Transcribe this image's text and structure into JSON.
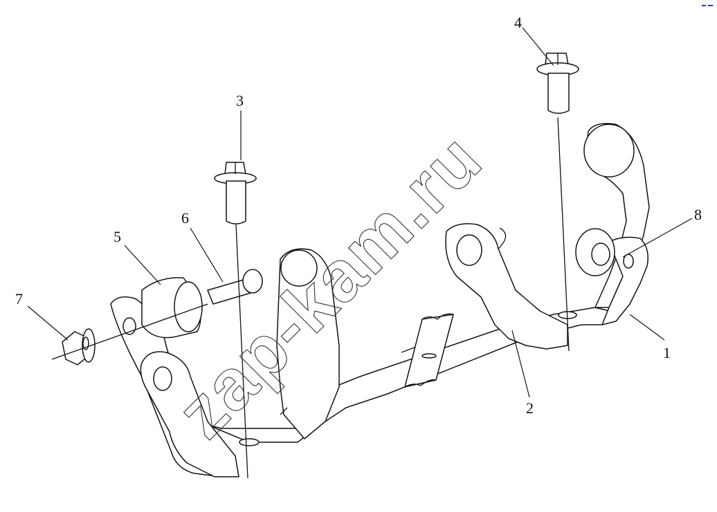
{
  "watermark": "zap-kam.ru",
  "callouts": [
    {
      "id": "1",
      "label": "1"
    },
    {
      "id": "2",
      "label": "2"
    },
    {
      "id": "3",
      "label": "3"
    },
    {
      "id": "4",
      "label": "4"
    },
    {
      "id": "5",
      "label": "5"
    },
    {
      "id": "6",
      "label": "6"
    },
    {
      "id": "7",
      "label": "7"
    },
    {
      "id": "8",
      "label": "8"
    }
  ],
  "colors": {
    "line": "#111111",
    "background": "#ffffff",
    "corner_mark": "#2233cc"
  }
}
